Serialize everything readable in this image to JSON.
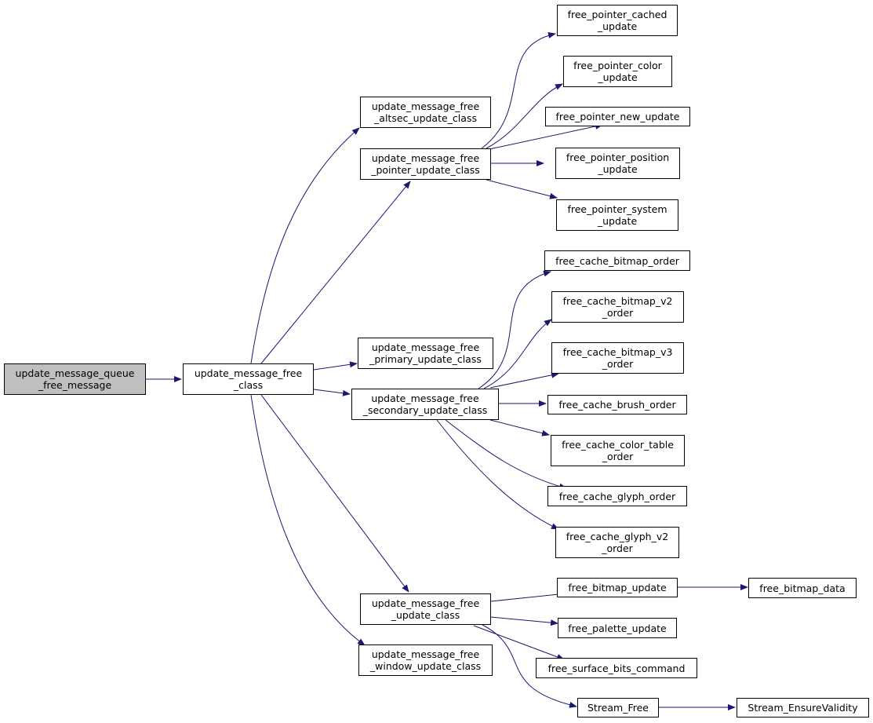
{
  "colors": {
    "edge": "#191970",
    "root_fill": "#bfbfbf",
    "node_fill": "#ffffff",
    "border": "#000000"
  },
  "nodes": {
    "root": {
      "lines": [
        "update_message_queue",
        "_free_message"
      ]
    },
    "umfc": {
      "lines": [
        "update_message_free",
        "_class"
      ]
    },
    "altsec": {
      "lines": [
        "update_message_free",
        "_altsec_update_class"
      ]
    },
    "pointer": {
      "lines": [
        "update_message_free",
        "_pointer_update_class"
      ]
    },
    "primary": {
      "lines": [
        "update_message_free",
        "_primary_update_class"
      ]
    },
    "secondary": {
      "lines": [
        "update_message_free",
        "_secondary_update_class"
      ]
    },
    "update": {
      "lines": [
        "update_message_free",
        "_update_class"
      ]
    },
    "window": {
      "lines": [
        "update_message_free",
        "_window_update_class"
      ]
    },
    "fpc": {
      "lines": [
        "free_pointer_cached",
        "_update"
      ]
    },
    "fpcol": {
      "lines": [
        "free_pointer_color",
        "_update"
      ]
    },
    "fpnew": {
      "lines": [
        "free_pointer_new_update"
      ]
    },
    "fppos": {
      "lines": [
        "free_pointer_position",
        "_update"
      ]
    },
    "fpsys": {
      "lines": [
        "free_pointer_system",
        "_update"
      ]
    },
    "fcbo": {
      "lines": [
        "free_cache_bitmap_order"
      ]
    },
    "fcbv2": {
      "lines": [
        "free_cache_bitmap_v2",
        "_order"
      ]
    },
    "fcbv3": {
      "lines": [
        "free_cache_bitmap_v3",
        "_order"
      ]
    },
    "fcbrush": {
      "lines": [
        "free_cache_brush_order"
      ]
    },
    "fcct": {
      "lines": [
        "free_cache_color_table",
        "_order"
      ]
    },
    "fcg": {
      "lines": [
        "free_cache_glyph_order"
      ]
    },
    "fcgv2": {
      "lines": [
        "free_cache_glyph_v2",
        "_order"
      ]
    },
    "fbu": {
      "lines": [
        "free_bitmap_update"
      ]
    },
    "fbd": {
      "lines": [
        "free_bitmap_data"
      ]
    },
    "fpu": {
      "lines": [
        "free_palette_update"
      ]
    },
    "fsbc": {
      "lines": [
        "free_surface_bits_command"
      ]
    },
    "sfree": {
      "lines": [
        "Stream_Free"
      ]
    },
    "sev": {
      "lines": [
        "Stream_EnsureValidity"
      ]
    }
  }
}
